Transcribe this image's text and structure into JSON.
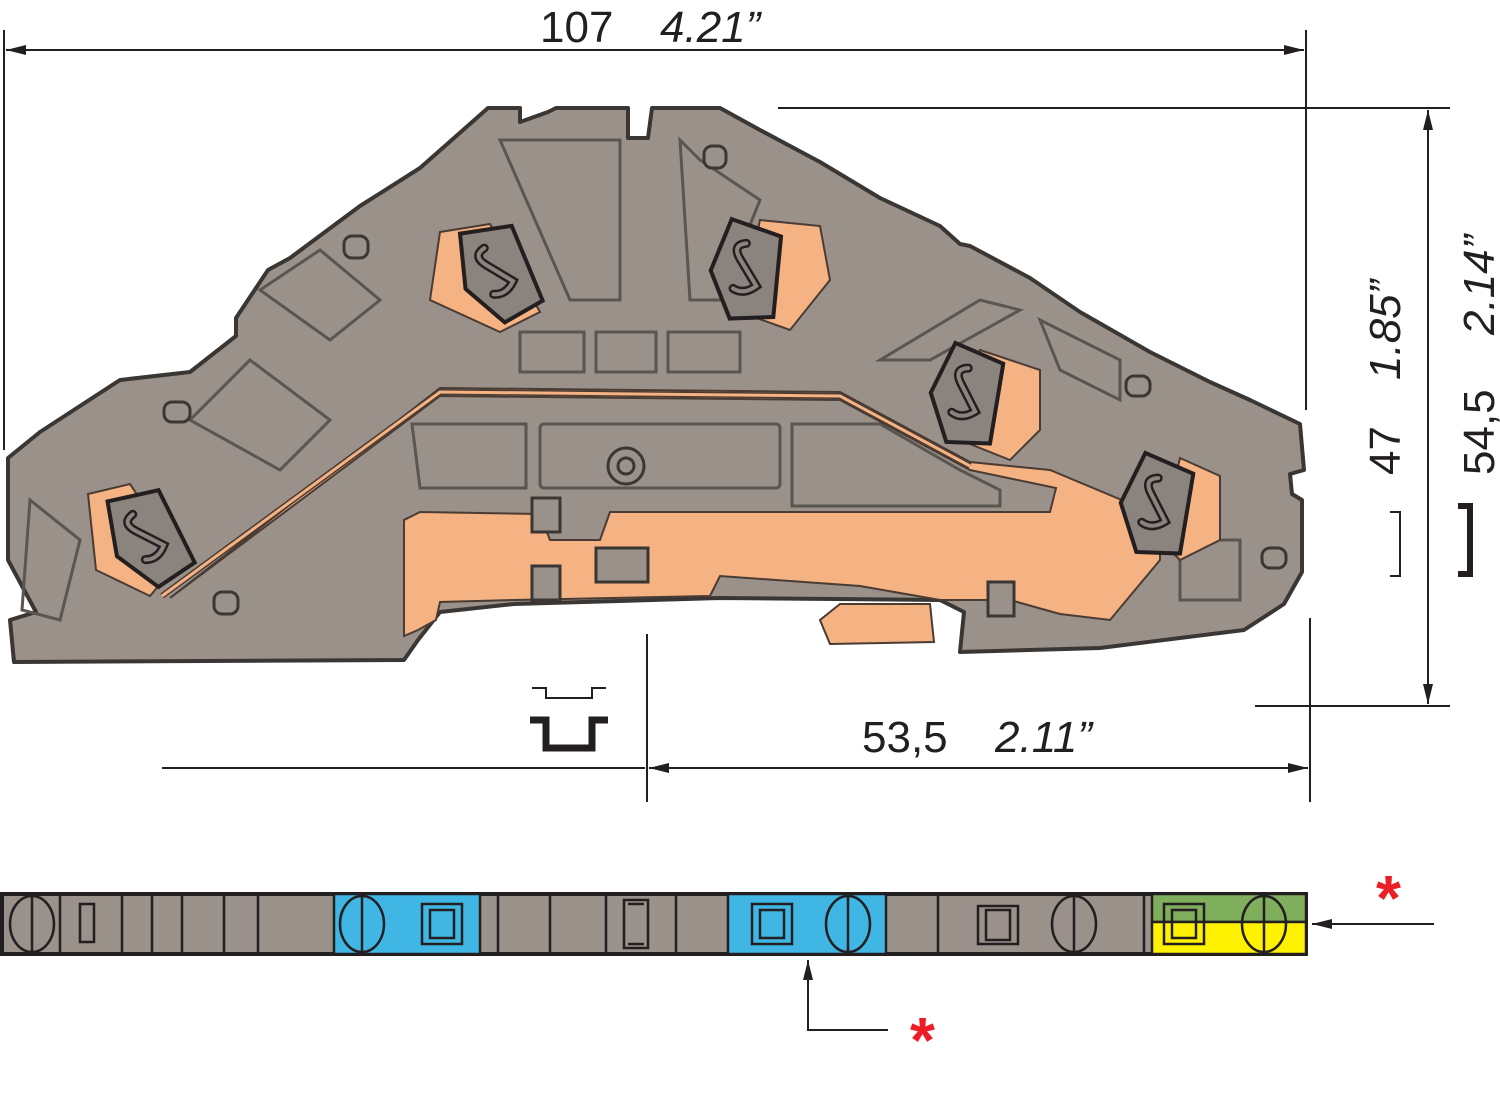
{
  "dimensions": {
    "overall_width": {
      "mm": "107",
      "inch": "4.21”"
    },
    "rail_to_edge": {
      "mm": "53,5",
      "inch": "2.11”"
    },
    "height_above_rail": {
      "mm": "47",
      "inch": "1.85”"
    },
    "total_height": {
      "mm": "54,5",
      "inch": "2.14”"
    }
  },
  "annotations": {
    "marker": "*"
  },
  "colors": {
    "housing": "#9a918a",
    "housing_outline": "#3a3633",
    "busbar": "#f5b384",
    "blue_segment": "#3fb6e3",
    "green_segment": "#7fae5c",
    "yellow_segment": "#fff200",
    "marker": "#ee1c25",
    "dimension_line": "#231f20"
  },
  "icons": {
    "din_rail": "din-rail-profile-icon",
    "spring_clamp": "cage-clamp-icon"
  }
}
